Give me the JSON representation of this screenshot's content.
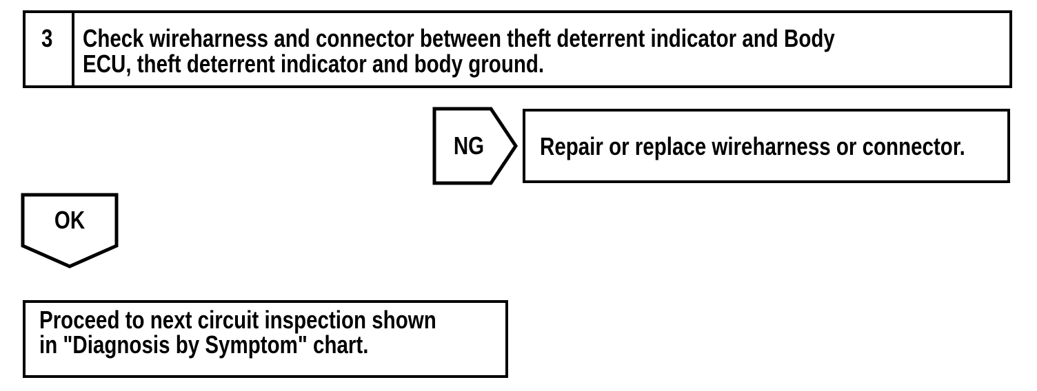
{
  "page": {
    "background": "#ffffff",
    "ink": "#000000"
  },
  "step_box": {
    "number": "3",
    "instruction_lines": [
      "Check wireharness and connector between theft deterrent indicator and Body",
      "ECU, theft deterrent indicator and body ground."
    ]
  },
  "ng_branch": {
    "label": "NG",
    "action": "Repair or replace wireharness or connector."
  },
  "ok_branch": {
    "label": "OK",
    "action_lines": [
      "Proceed to next circuit inspection shown",
      "in \"Diagnosis by Symptom\" chart."
    ]
  }
}
